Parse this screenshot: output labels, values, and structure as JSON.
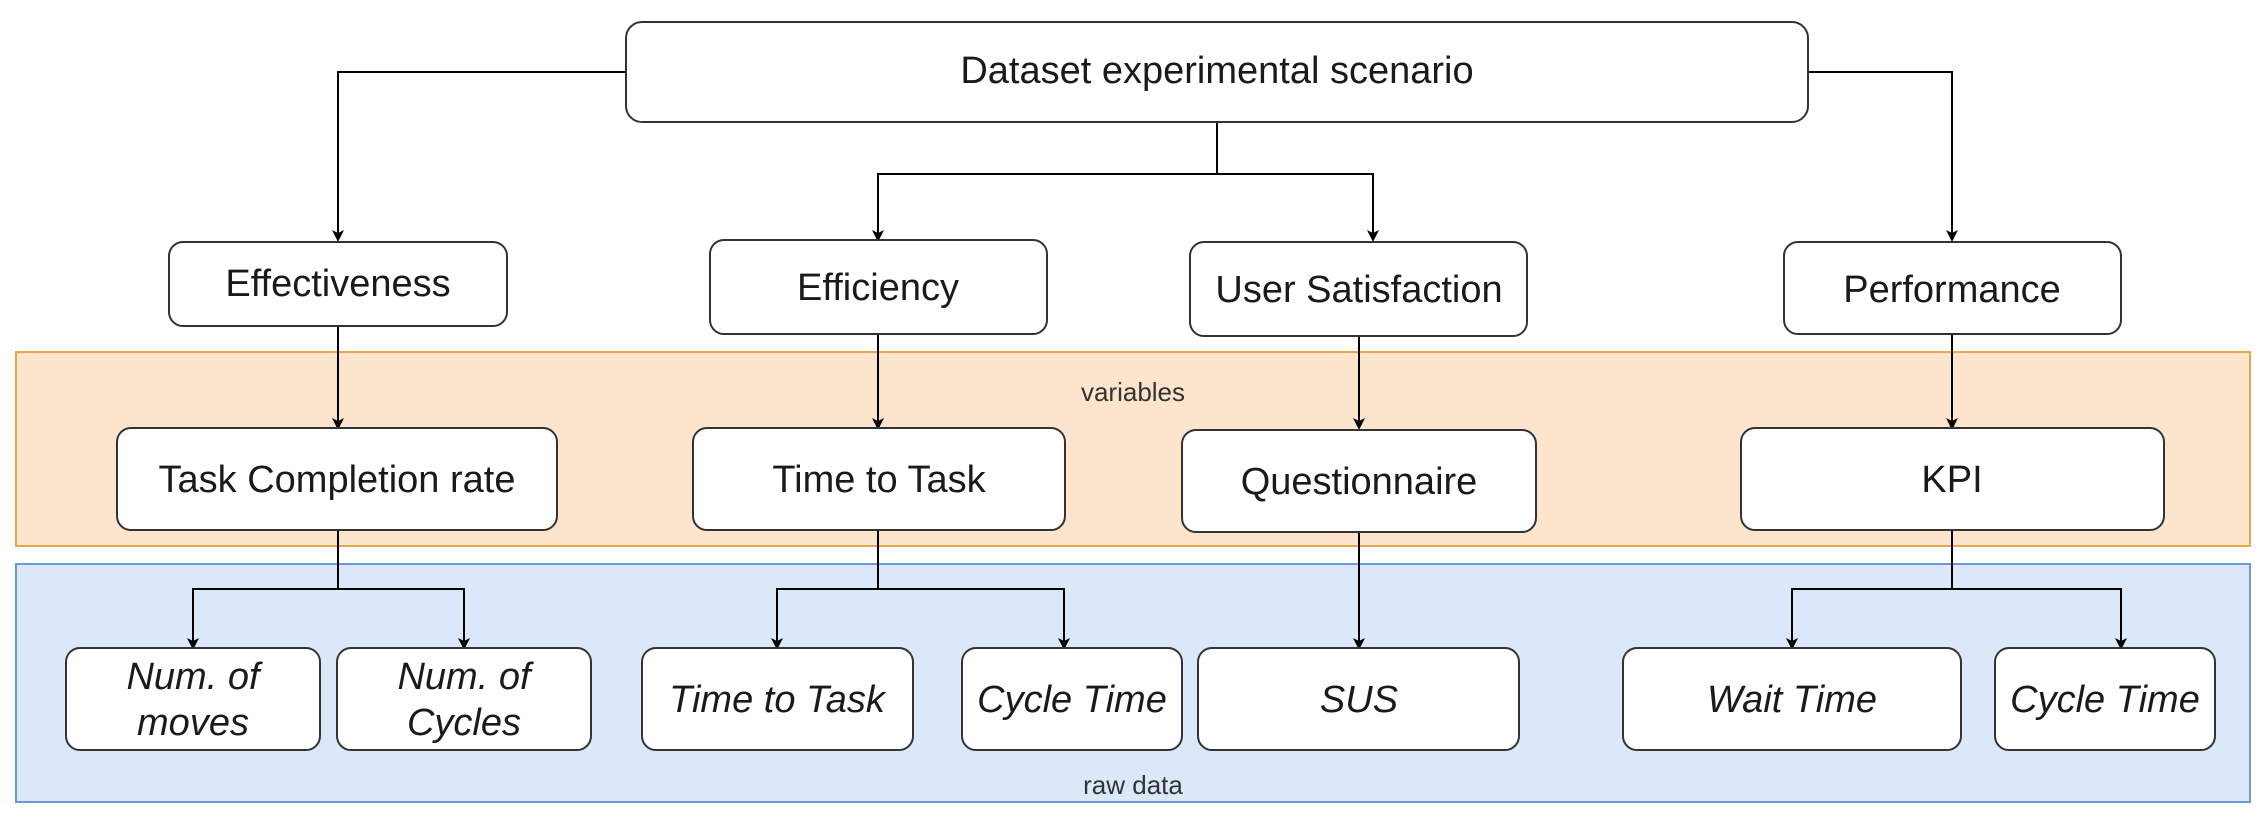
{
  "root": {
    "label": "Dataset experimental scenario"
  },
  "categories": {
    "effectiveness": "Effectiveness",
    "efficiency": "Efficiency",
    "user_satisfaction": "User Satisfaction",
    "performance": "Performance"
  },
  "variables_band": {
    "label": "variables",
    "color": "#fde4cc",
    "border": "#e6a64a",
    "items": {
      "task_completion_rate": "Task Completion rate",
      "time_to_task": "Time to Task",
      "questionnaire": "Questionnaire",
      "kpi": "KPI"
    }
  },
  "raw_data_band": {
    "label": "raw data",
    "color": "#dae8f9",
    "border": "#6c9bd2",
    "items": {
      "num_moves_l1": "Num. of",
      "num_moves_l2": "moves",
      "num_cycles_l1": "Num. of",
      "num_cycles_l2": "Cycles",
      "time_to_task": "Time to Task",
      "cycle_time_1": "Cycle Time",
      "sus": "SUS",
      "wait_time": "Wait Time",
      "cycle_time_2": "Cycle Time"
    }
  }
}
